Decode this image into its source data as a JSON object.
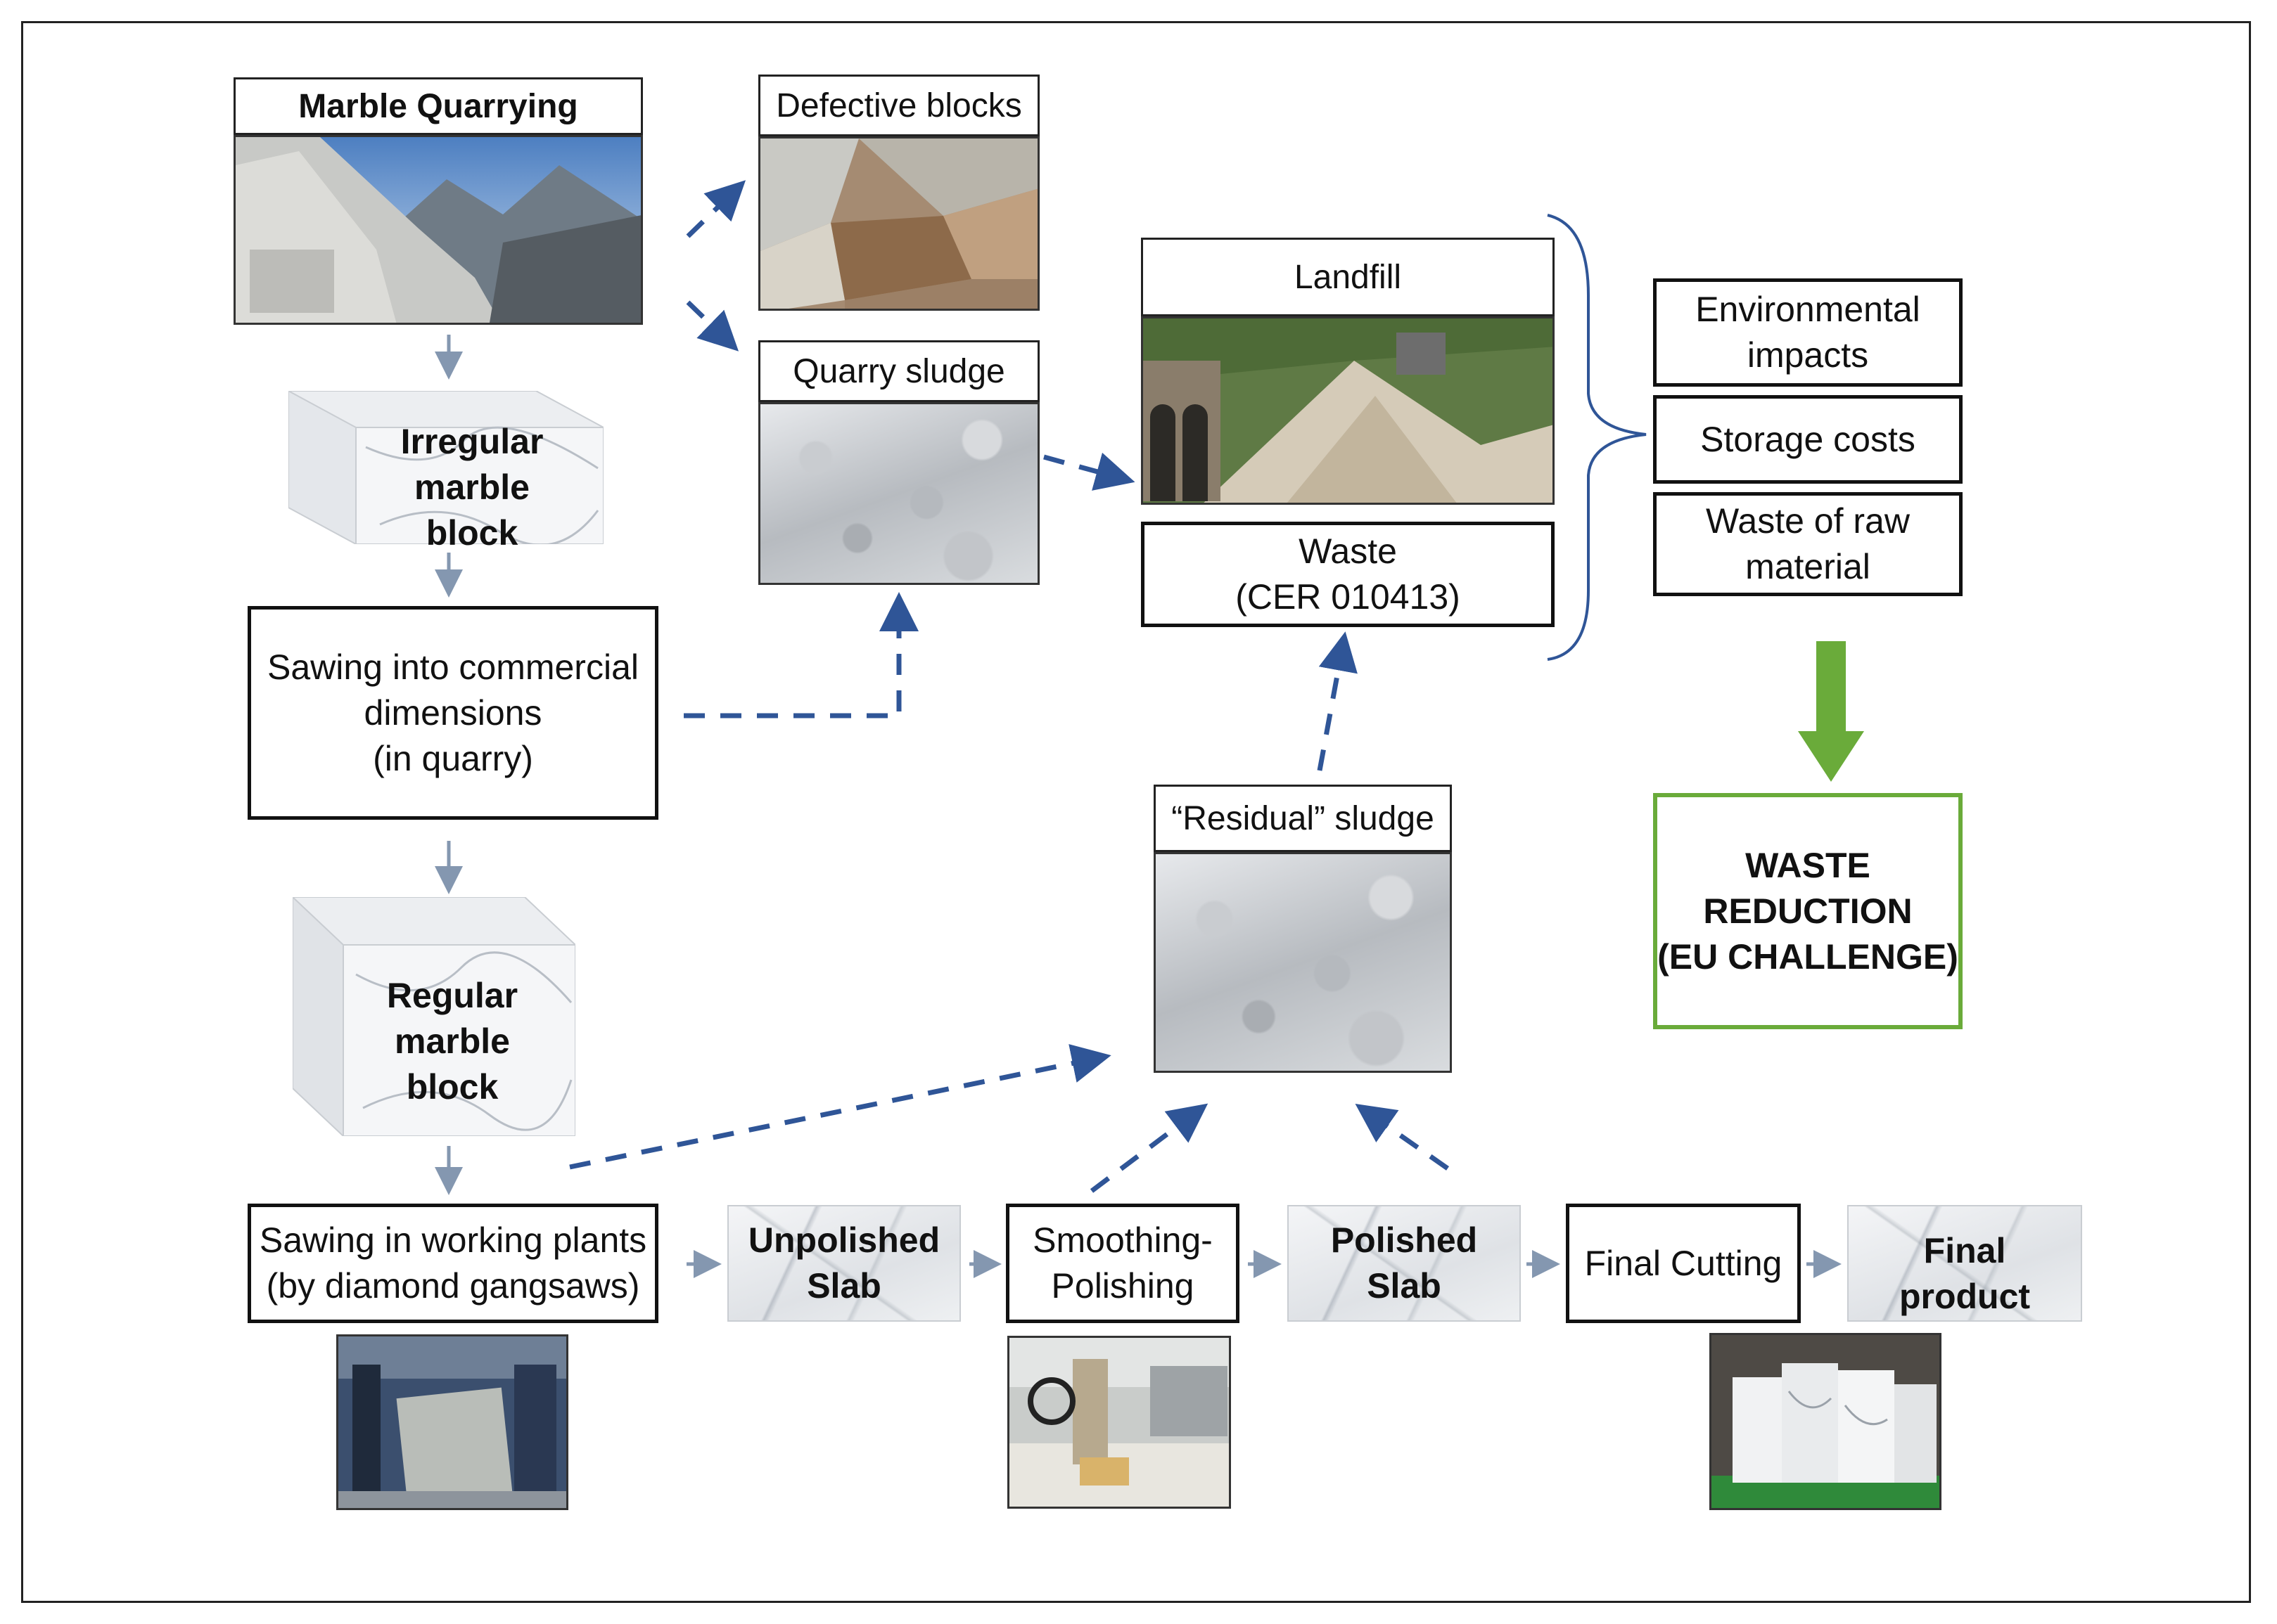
{
  "header_marble_quarrying": "Marble Quarrying",
  "header_defective_blocks": "Defective blocks",
  "header_quarry_sludge": "Quarry sludge",
  "header_landfill": "Landfill",
  "header_residual_sludge": "“Residual” sludge",
  "irregular_block": [
    "Irregular",
    "marble",
    "block"
  ],
  "regular_block": [
    "Regular",
    "marble",
    "block"
  ],
  "sawing_quarry": [
    "Sawing into commercial",
    "dimensions",
    "(in quarry)"
  ],
  "waste_box": [
    "Waste",
    "(CER 010413)"
  ],
  "impacts": [
    [
      "Environmental",
      "impacts"
    ],
    [
      "Storage costs"
    ],
    [
      "Waste of raw",
      "material"
    ]
  ],
  "waste_reduction": [
    "WASTE",
    "REDUCTION",
    "(EU CHALLENGE)"
  ],
  "process_steps": {
    "sawing_plants": [
      "Sawing in working plants",
      "(by diamond gangsaws)"
    ],
    "unpolished": [
      "Unpolished",
      "Slab"
    ],
    "smoothing": [
      "Smoothing-",
      "Polishing"
    ],
    "polished": [
      "Polished",
      "Slab"
    ],
    "final_cutting": [
      "Final Cutting"
    ],
    "final_product": [
      "Final",
      "product"
    ]
  },
  "colors": {
    "dash_arrow": "#2f5597",
    "flow_arrow": "#8497b0",
    "green": "#6aab3a"
  }
}
